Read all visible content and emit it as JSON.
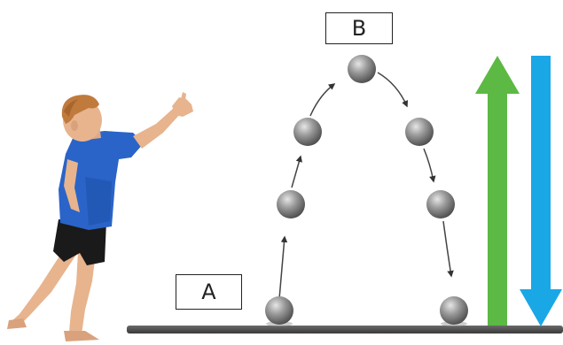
{
  "labels": {
    "top_position": "B",
    "bottom_position": "A"
  },
  "colors": {
    "upward_arrow": "#5cb944",
    "downward_arrow": "#1aa7e6",
    "ground": "#4a4a4a",
    "ball": "#7c7c7c",
    "shirt": "#2a64c8",
    "shorts": "#1a1a1a",
    "skin": "#e7b48e",
    "hair": "#c07a3c"
  },
  "icons": {
    "child_figure": "child-throwing-ball",
    "balls": "ball-sphere",
    "trajectory": "dotted-arc-arrows",
    "up_arrow": "arrow-up",
    "down_arrow": "arrow-down"
  }
}
